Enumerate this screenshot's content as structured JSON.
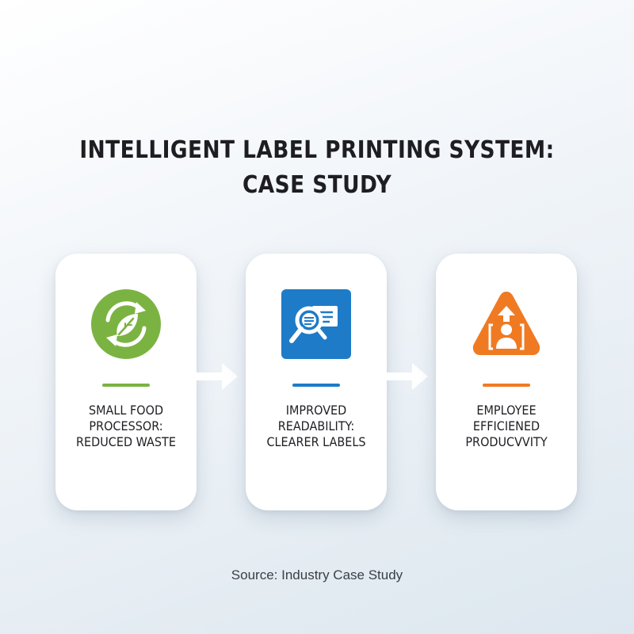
{
  "title": {
    "line1": "INTELLIGENT LABEL PRINTING SYSTEM:",
    "line2": "CASE STUDY"
  },
  "cards": [
    {
      "icon": "recycle-leaf-icon",
      "accent": "#7bb342",
      "label_lines": [
        "SMALL FOOD",
        "PROCESSOR:",
        "REDUCED WASTE"
      ]
    },
    {
      "icon": "magnify-document-icon",
      "accent": "#1e7bc8",
      "label_lines": [
        "IMPROVED",
        "READABILITY:",
        "CLEARER LABELS"
      ]
    },
    {
      "icon": "employee-warning-icon",
      "accent": "#f07a22",
      "label_lines": [
        "EMPLOYEE",
        "EFFICIENED",
        "PRODUCVVITY"
      ]
    }
  ],
  "source": "Source: Industry Case Study"
}
